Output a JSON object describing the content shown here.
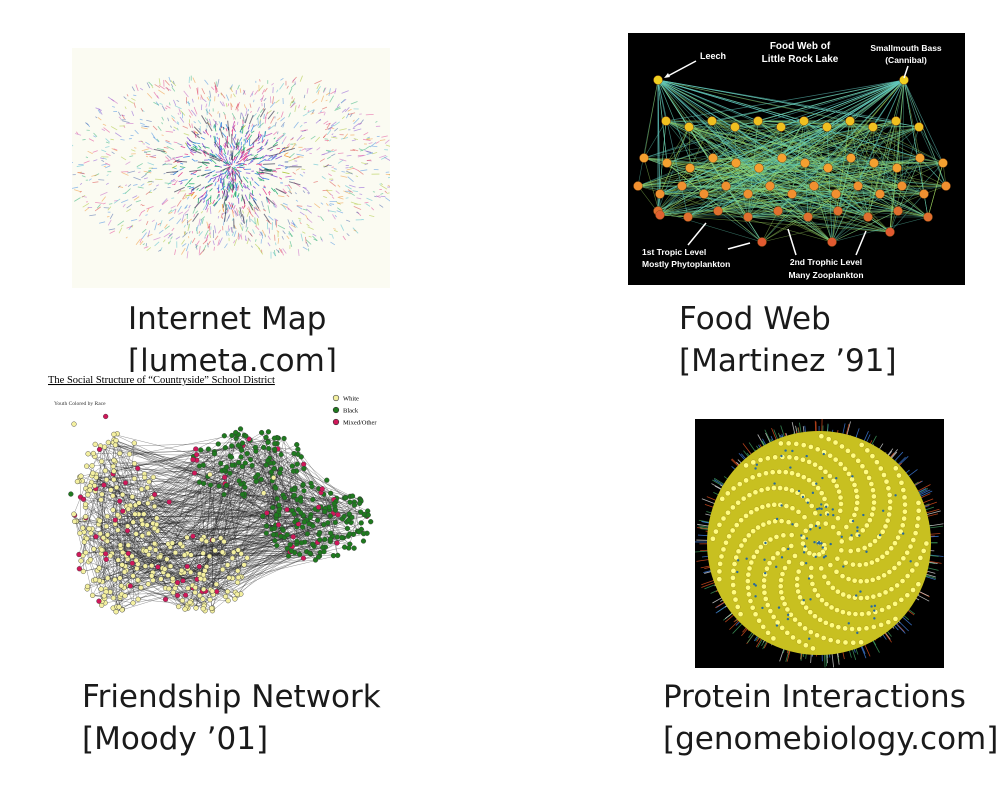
{
  "slide": {
    "internet": {
      "caption_title": "Internet Map",
      "caption_source": "[lumeta.com]"
    },
    "foodweb": {
      "caption_title": "Food Web",
      "caption_source": "[Martinez ’91]",
      "labels": {
        "title_line1": "Food Web of",
        "title_line2": "Little Rock Lake",
        "leech": "Leech",
        "bass_line1": "Smallmouth Bass",
        "bass_line2": "(Cannibal)",
        "tropic1_line1": "1st Tropic Level",
        "tropic1_line2": "Mostly Phytoplankton",
        "tropic2_line1": "2nd Trophic Level",
        "tropic2_line2": "Many Zooplankton"
      }
    },
    "friendship": {
      "caption_title": "Friendship Network",
      "caption_source": "[Moody ’01]",
      "labels": {
        "title": "The Social Structure of “Countryside” School District",
        "subtitle": "Youth Colored by Race",
        "legend_white": "White",
        "legend_black": "Black",
        "legend_mixed": "Mixed/Other"
      },
      "colors": {
        "white": "#f4f0a0",
        "black": "#1f7a1f",
        "mixed": "#d0185a"
      }
    },
    "protein": {
      "caption_title": "Protein Interactions",
      "caption_source": "[genomebiology.com]"
    }
  }
}
